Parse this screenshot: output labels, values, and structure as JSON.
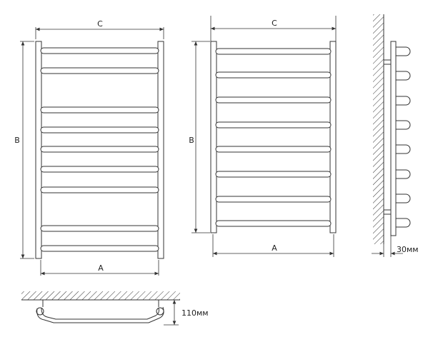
{
  "labels": {
    "front1_C": "C",
    "front1_B": "B",
    "front1_A": "A",
    "front2_C": "C",
    "front2_B": "B",
    "front2_A": "A",
    "side_depth": "30мм",
    "top_depth": "110мм"
  }
}
